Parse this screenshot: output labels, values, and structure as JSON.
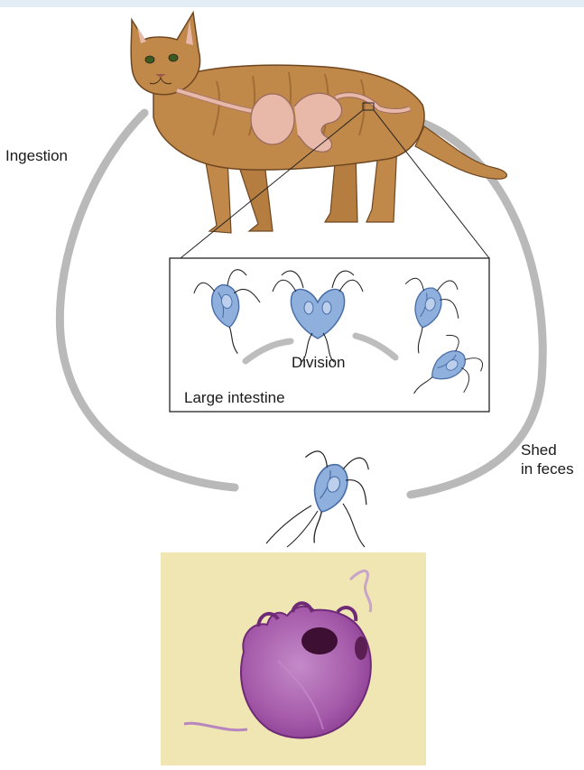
{
  "labels": {
    "ingestion": "Ingestion",
    "shed_line1": "Shed",
    "shed_line2": "in feces",
    "division": "Division",
    "large_intestine": "Large intestine"
  },
  "colors": {
    "cycle_arrow": "#b9b9b9",
    "cat_fur": "#c0894a",
    "cat_fur_dark": "#8d5a28",
    "intestine": "#e8b8a8",
    "trophozoite": "#8fb0dc",
    "trophozoite_dark": "#4a6fa8",
    "photo_background": "#efe6b4",
    "stained_cell": "#a55aa9",
    "nucleus": "#3d0f33"
  },
  "icons": {
    "cat": "cat-illustration",
    "trophozoite": "trophozoite-icon",
    "micrograph": "stained-trophozoite-micrograph"
  }
}
